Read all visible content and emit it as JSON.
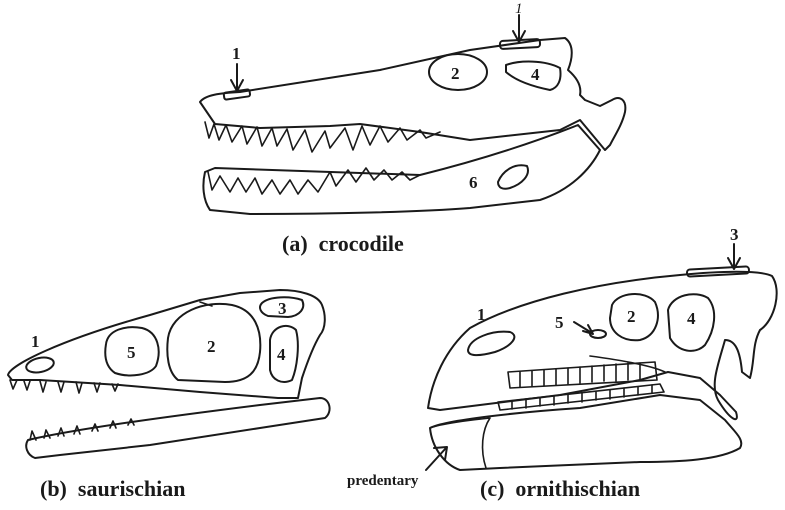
{
  "captions": {
    "crocodile": "(a)  crocodile",
    "saurischian": "(b)  saurischian",
    "ornithischian": "(c)  ornithischian"
  },
  "crocodile": {
    "labels": {
      "top_one": "1",
      "left_one": "1",
      "two": "2",
      "four": "4",
      "six": "6"
    }
  },
  "saurischian": {
    "labels": {
      "one": "1",
      "five": "5",
      "two": "2",
      "three": "3",
      "four": "4"
    }
  },
  "ornithischian": {
    "labels": {
      "one": "1",
      "five": "5",
      "two": "2",
      "four": "4",
      "three": "3",
      "predentary": "predentary"
    }
  }
}
